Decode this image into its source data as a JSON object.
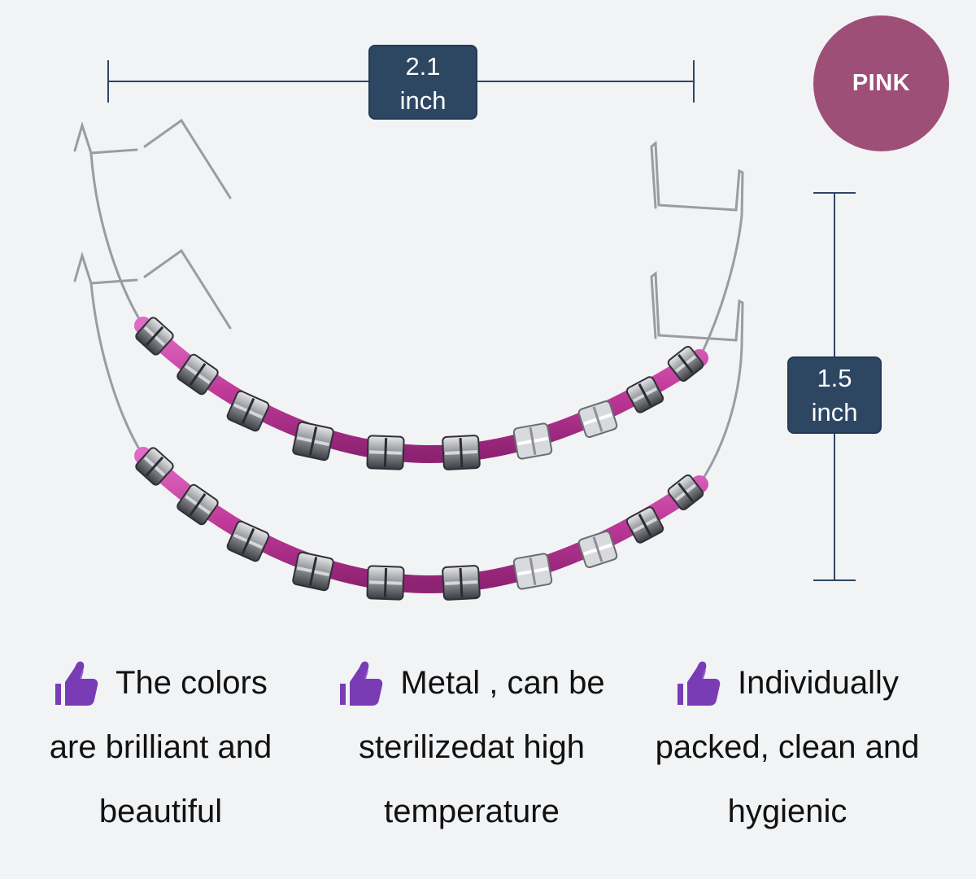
{
  "dimensions": {
    "width": {
      "value": "2.1",
      "unit": "inch"
    },
    "height": {
      "value": "1.5",
      "unit": "inch"
    }
  },
  "color_badge": {
    "label": "PINK",
    "color": "#9e4f78"
  },
  "accent_colors": {
    "label_background": "#2d4763",
    "thumb_icon": "#7a3cb5",
    "band": "#c13a9a"
  },
  "features": [
    {
      "icon": "thumbs-up-icon",
      "line1": "The colors",
      "line2": "are brilliant and",
      "line3": "beautiful"
    },
    {
      "icon": "thumbs-up-icon",
      "line1": "Metal , can be",
      "line2": "sterilizedat high",
      "line3": "temperature"
    },
    {
      "icon": "thumbs-up-icon",
      "line1": "Individually",
      "line2": "packed, clean and",
      "line3": "hygienic"
    }
  ]
}
